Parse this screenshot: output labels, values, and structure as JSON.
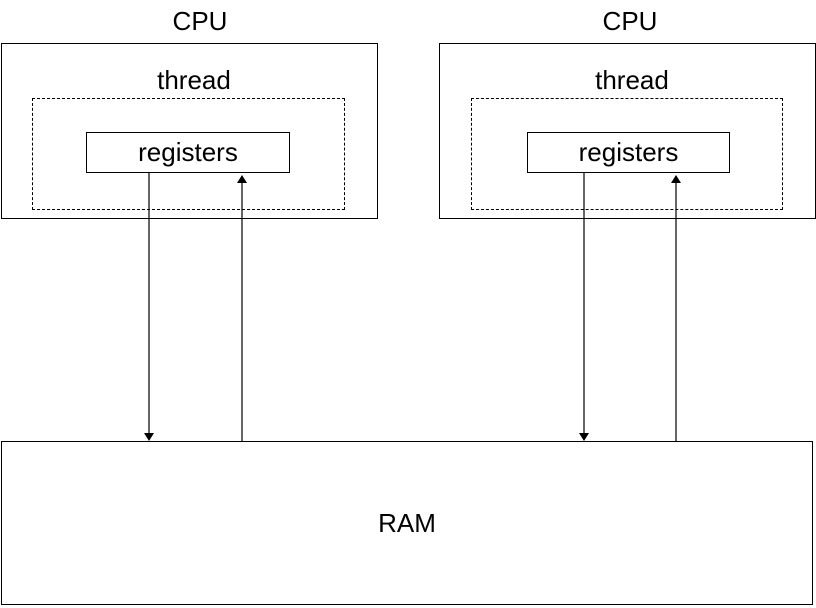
{
  "diagram": {
    "cpus": [
      {
        "label": "CPU",
        "thread": {
          "label": "thread",
          "registers": {
            "label": "registers"
          }
        }
      },
      {
        "label": "CPU",
        "thread": {
          "label": "thread",
          "registers": {
            "label": "registers"
          }
        }
      }
    ],
    "ram": {
      "label": "RAM"
    },
    "connections": [
      {
        "from": "cpu-1-registers",
        "to": "ram",
        "direction": "down"
      },
      {
        "from": "ram",
        "to": "cpu-1-registers",
        "direction": "up"
      },
      {
        "from": "cpu-2-registers",
        "to": "ram",
        "direction": "down"
      },
      {
        "from": "ram",
        "to": "cpu-2-registers",
        "direction": "up"
      }
    ],
    "colors": {
      "line": "#000000",
      "background": "#ffffff",
      "text": "#000000"
    }
  }
}
